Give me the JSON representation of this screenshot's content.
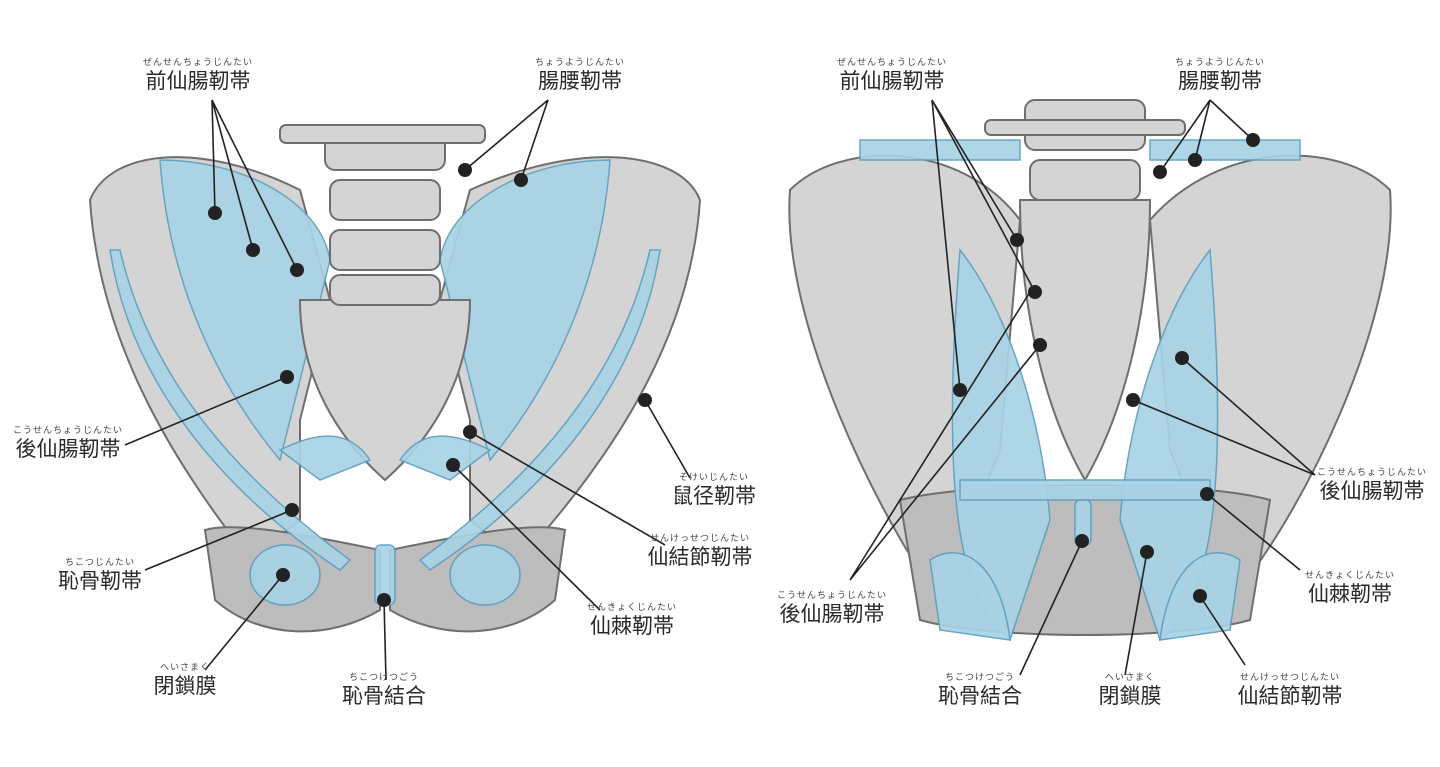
{
  "front_view": {
    "labels": [
      {
        "name": "前仙腸靭帯",
        "reading": "ぜんせんちょうじんたい"
      },
      {
        "name": "腸腰靭帯",
        "reading": "ちょうようじんたい"
      },
      {
        "name": "後仙腸靭帯",
        "reading": "こうせんちょうじんたい"
      },
      {
        "name": "鼠径靭帯",
        "reading": "そけいじんたい"
      },
      {
        "name": "仙結節靭帯",
        "reading": "せんけっせつじんたい"
      },
      {
        "name": "恥骨靭帯",
        "reading": "ちこつじんたい"
      },
      {
        "name": "仙棘靭帯",
        "reading": "せんきょくじんたい"
      },
      {
        "name": "閉鎖膜",
        "reading": "へいさまく"
      },
      {
        "name": "恥骨結合",
        "reading": "ちこつけつごう"
      }
    ]
  },
  "back_view": {
    "labels": [
      {
        "name": "前仙腸靭帯",
        "reading": "ぜんせんちょうじんたい"
      },
      {
        "name": "腸腰靭帯",
        "reading": "ちょうようじんたい"
      },
      {
        "name": "後仙腸靭帯",
        "reading": "こうせんちょうじんたい"
      },
      {
        "name": "後仙腸靭帯",
        "reading": "こうせんちょうじんたい"
      },
      {
        "name": "仙棘靭帯",
        "reading": "せんきょくじんたい"
      },
      {
        "name": "恥骨結合",
        "reading": "ちこつけつごう"
      },
      {
        "name": "閉鎖膜",
        "reading": "へいさまく"
      },
      {
        "name": "仙結節靭帯",
        "reading": "せんけっせつじんたい"
      }
    ]
  }
}
